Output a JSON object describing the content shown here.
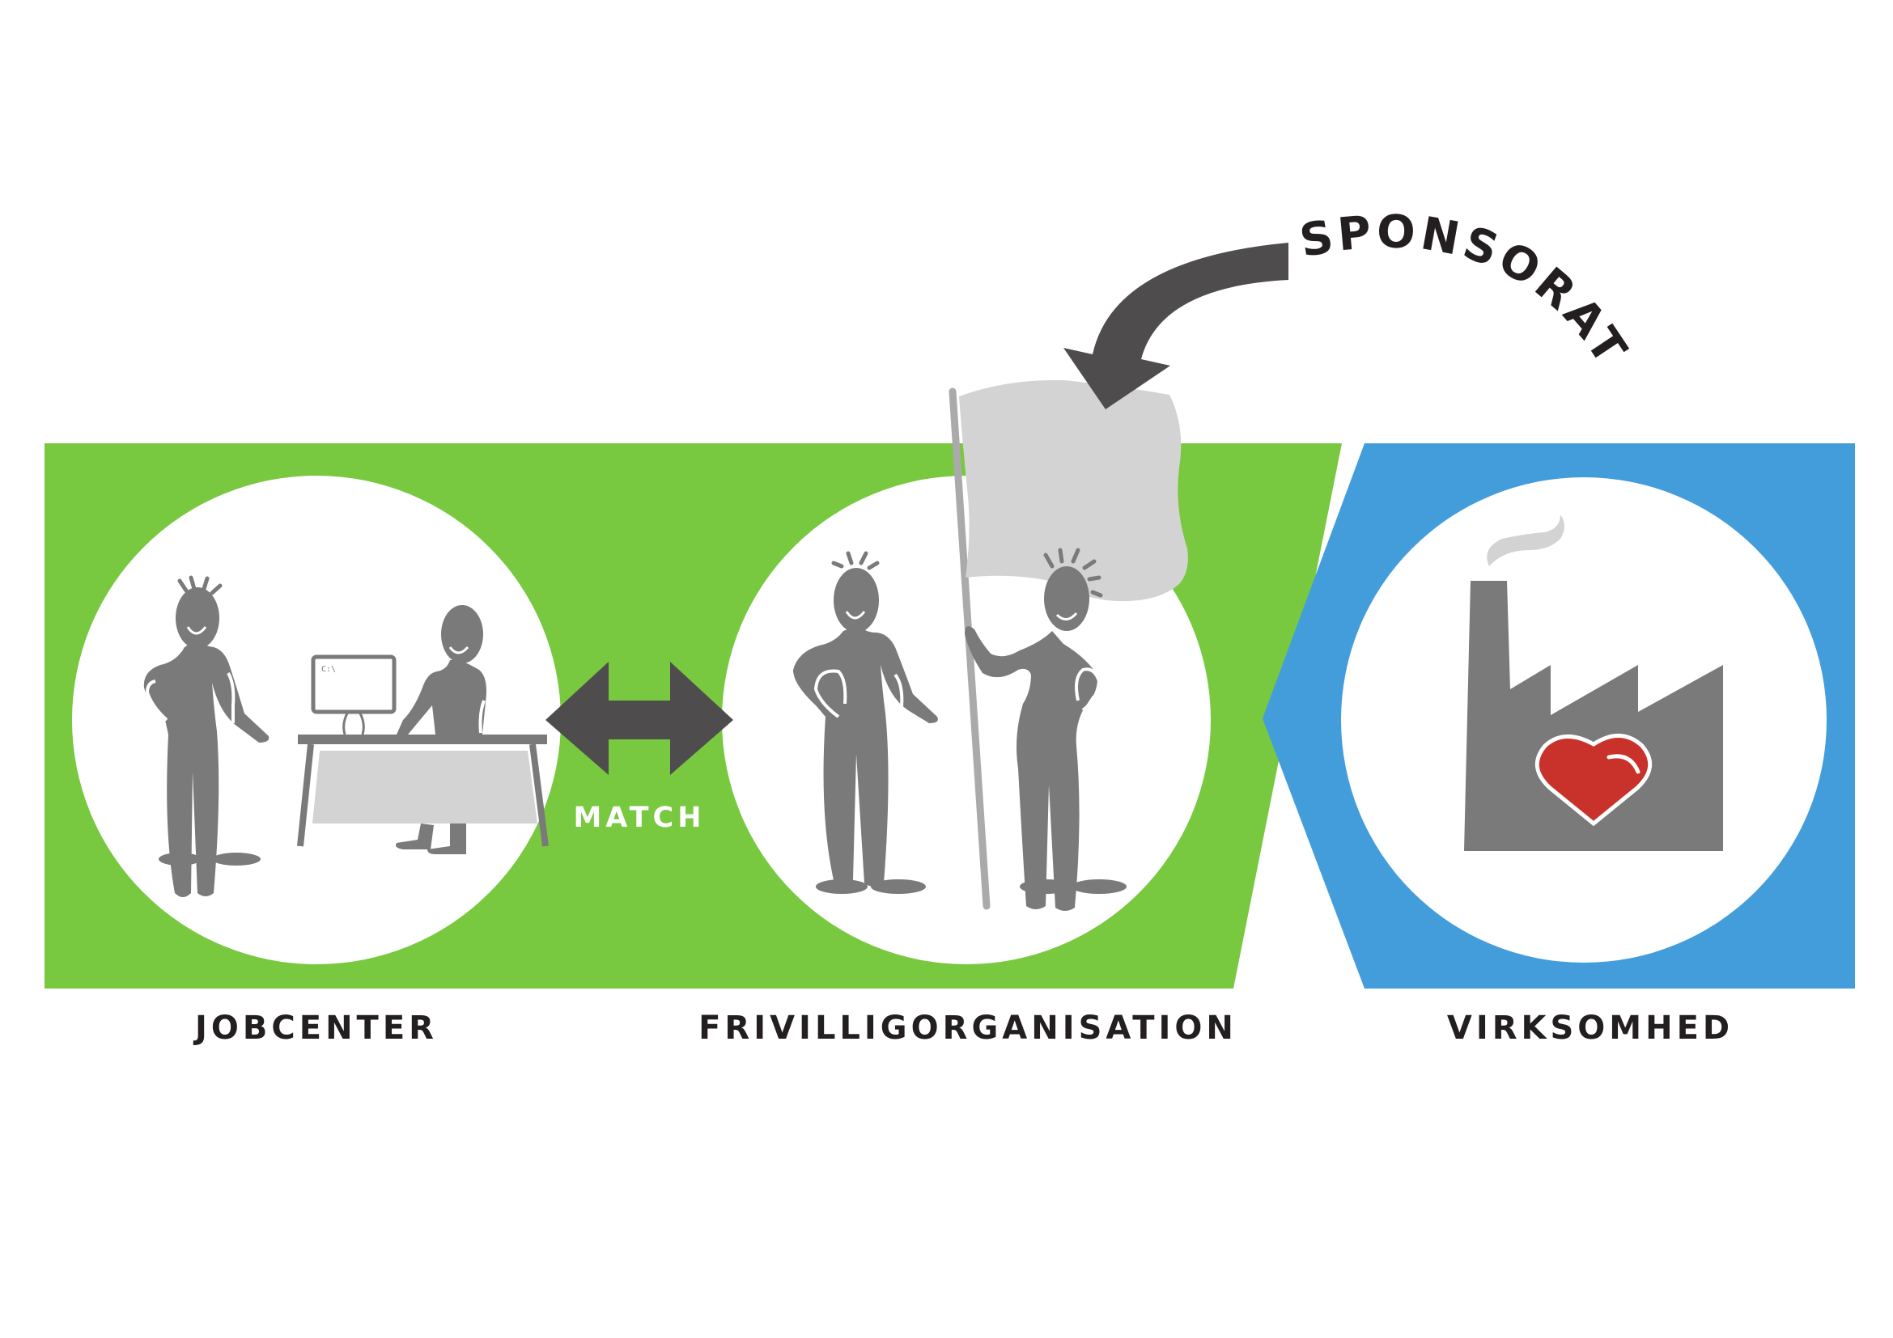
{
  "colors": {
    "green": "#78c840",
    "blue": "#449ddb",
    "figure_gray": "#7b7a7a",
    "dark_gray": "#4f4c4d",
    "light_gray": "#d3d3d3",
    "heart_red": "#c8322a",
    "text_dark": "#231f20"
  },
  "labels": {
    "match": "MATCH",
    "sponsorship": "SPONSORAT",
    "stakeholders": [
      {
        "label": "JOBCENTER",
        "icon": "jobcenter-meeting-icon"
      },
      {
        "label": "FRIVILLIGORGANISATION",
        "icon": "volunteers-flag-icon"
      },
      {
        "label": "VIRKSOMHED",
        "icon": "factory-heart-icon"
      }
    ]
  }
}
